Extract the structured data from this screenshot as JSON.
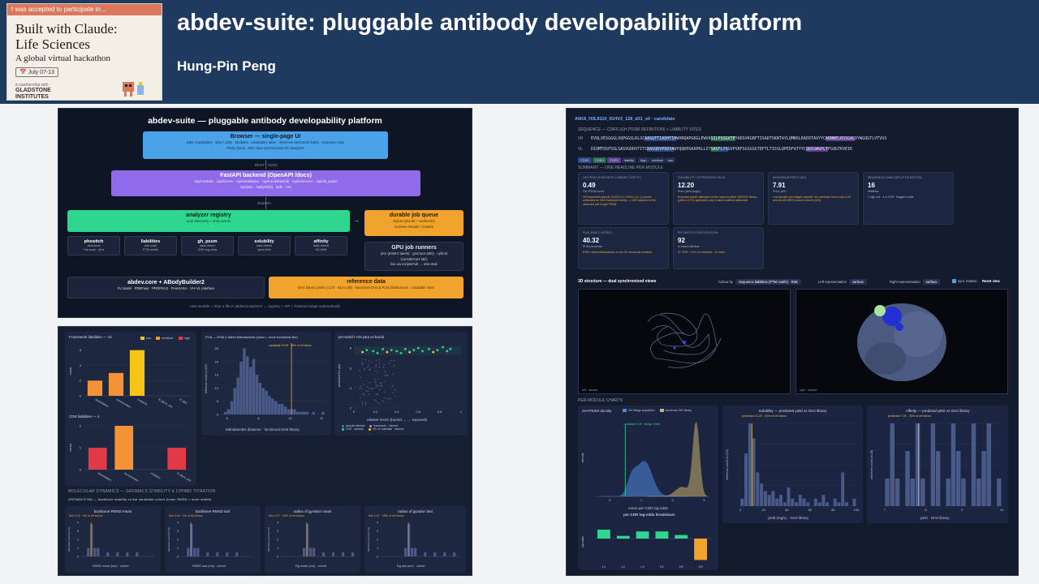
{
  "header": {
    "badge": {
      "top_text": "I was accepted to participate in...",
      "title_line1": "Built with Claude:",
      "title_line2": "Life Sciences",
      "subtitle": "A global virtual hackathon",
      "date": "July 07-13",
      "organizer_small": "in partnership with",
      "organizer_line1": "GLADSTONE",
      "organizer_line2": "INSTITUTES"
    },
    "title": "abdev-suite: pluggable antibody developability platform",
    "author": "Hung-Pin Peng"
  },
  "architecture": {
    "title": "abdev-suite — pluggable antibody developability platform",
    "browser": {
      "title": "Browser — single-page UI",
      "line1": "tabs: Candidates · New / Jobs · Modules · candidates table · reference-anchored charts · sequence map",
      "line2": "Plotly charts · NGL dual synchronised 3D viewports"
    },
    "arrow1": "REST / JSON",
    "fastapi": {
      "title": "FastAPI backend  (OpenAPI /docs)",
      "line1": "/api/modules · /api/screen · /api/candidates · /api/candidate/{id} · /api/reference · /api/ab_spans",
      "line2": "/api/jobs · /api/job/{id} · /pdb · /csv"
    },
    "arrow2": "dispatch",
    "registry": {
      "title": "analyzer registry",
      "line1": "auto-discovery + entry-points"
    },
    "queue": {
      "title": "durable job queue",
      "line1": "SQLite jobs.db + workers(s)",
      "line2": "survives reloads / restarts"
    },
    "gpu": {
      "title": "GPU job runners",
      "line1": "pKn (ESM-2 latent) · gromacs (MD) · cphmd",
      "line2": "(constant-pH MD)",
      "line3": "live via scripts/mdr   ← else stub"
    },
    "modules": [
      {
        "title": "phswitch",
        "l1": "structural",
        "l2": "His-scan · pKa"
      },
      {
        "title": "liabilities",
        "l1": "rule scan",
        "l2": "PTM motifs"
      },
      {
        "title": "gh_pssm",
        "l1": "data-driven",
        "l2": "CDR log-odds"
      },
      {
        "title": "solubility",
        "l1": "data-driven",
        "l2": "yield kNN"
      },
      {
        "title": "affinity",
        "l1": "data-driven",
        "l2": "KD kNN"
      }
    ],
    "core": {
      "title": "abdev.core  +  ABodyBuilder2",
      "line1": "Fv model · PDBFixer · PROPKA3 · FreeSASA · VH–VL interface"
    },
    "reference": {
      "title": "reference data",
      "line1": "GH2 library (yield n=173 · KD n=29) · functional-GH2 & PLM distributions · candidate store"
    },
    "footnote": "new module = drop a file in abdev/analyzers/  → registry + API + frontend adapt automatically"
  },
  "charts_panel": {
    "framework_title": "Framework liabilities — 12",
    "cdr_title": "CDR liabilities — 4",
    "severity_legend": [
      "low",
      "medium",
      "high"
    ],
    "ylabel_count": "count",
    "framework_categories": [
      "deamidation",
      "isomerization",
      "oxidation",
      "N_glyco_pos",
      "N_glyc"
    ],
    "cdr_categories": [
      "deamidation",
      "isomerization",
      "oxidation",
      "N_glyco_pos"
    ],
    "plm_title": "PLM — ESM-2 latent Mahalanobis (lower = more functional-like)",
    "plm_annot": "candidate 10.09 · 90% of ref below",
    "plm_xlabel": "Mahalanobis distance · functional GH2 library",
    "plm_ylabel": "reference count (n=237)",
    "ph_title": "pH-switch: His pKa vs burial",
    "ph_xlabel": "relative SASA  (buried ← → exposed)",
    "ph_ylabel": "predicted His pKa",
    "ph_legend": [
      "pseudo window",
      "framework · window",
      "CDR · window",
      "VH–VL interface · window"
    ],
    "md_section": "MOLECULAR DYNAMICS — GROMACS STABILITY & CPHMD TITRATION",
    "md_sub": "GROMACS MD — backbone stability vs the candidate cohort (lower RMSD = more stable)",
    "md_tiles": [
      {
        "title": "backbone RMSD mean",
        "annot": "this 0.16 · 0% of ref below",
        "xlabel": "RMSD mean (nm) · cohort"
      },
      {
        "title": "backbone RMSD last",
        "annot": "this 0.16 · 0% of ref below",
        "xlabel": "RMSD last (nm) · cohort"
      },
      {
        "title": "radius of gyration mean",
        "annot": "this 2.07 · 15% of ref below",
        "xlabel": "Rg mean (nm) · cohort"
      },
      {
        "title": "radius of gyration last",
        "annot": "this 2.07 · 25% of ref below",
        "xlabel": "Rg last (nm) · cohort"
      }
    ],
    "md_ylabel": "reference count (n=13)"
  },
  "chart_data": [
    {
      "type": "bar",
      "title": "Framework liabilities — 12",
      "categories": [
        "deamidation",
        "isomerization",
        "oxidation",
        "N_glyco_pos",
        "N_glyc"
      ],
      "series": [
        {
          "name": "low",
          "values": [
            0,
            0,
            6,
            0,
            0
          ]
        },
        {
          "name": "medium",
          "values": [
            2,
            3,
            0,
            0,
            0
          ]
        },
        {
          "name": "high",
          "values": [
            0,
            0,
            0,
            0,
            0
          ]
        }
      ],
      "ylabel": "count",
      "ylim": [
        0,
        6.5
      ]
    },
    {
      "type": "bar",
      "title": "CDR liabilities — 4",
      "categories": [
        "deamidation",
        "isomerization",
        "oxidation",
        "N_glyco_pos"
      ],
      "series": [
        {
          "name": "medium",
          "values": [
            0,
            2,
            0,
            0
          ]
        },
        {
          "name": "high",
          "values": [
            1,
            0,
            0,
            1
          ]
        }
      ],
      "ylabel": "count",
      "ylim": [
        0,
        2
      ]
    },
    {
      "type": "bar",
      "title": "PLM — ESM-2 latent Mahalanobis (lower = more functional-like)",
      "categories": [
        5.8,
        6.0,
        6.2,
        6.4,
        6.6,
        6.8,
        7.0,
        7.2,
        7.4,
        7.6,
        7.8,
        8.0,
        8.2,
        8.4,
        8.6,
        8.8,
        9.0,
        9.2,
        9.4,
        9.6,
        9.8,
        10.0,
        10.2,
        10.4,
        10.6,
        10.8,
        11.0,
        11.2,
        11.4,
        11.6,
        11.8,
        12.0
      ],
      "values": [
        1,
        2,
        5,
        10,
        14,
        20,
        25,
        22,
        18,
        21,
        15,
        12,
        10,
        9,
        7,
        6,
        5,
        4,
        4,
        3,
        2,
        2,
        2,
        1,
        1,
        1,
        1,
        0,
        1,
        0,
        0,
        1
      ],
      "xlabel": "Mahalanobis distance · functional GH2 library",
      "ylabel": "reference count (n=237)",
      "ylim": [
        0,
        27
      ],
      "marker_x": 10.09
    },
    {
      "type": "scatter",
      "title": "pH-switch: His pKa vs burial",
      "xlabel": "relative SASA  (buried ← → exposed)",
      "ylabel": "predicted His pKa",
      "xlim": [
        0,
        1
      ],
      "ylim": [
        2,
        8.5
      ],
      "series": [
        {
          "name": "CDR · window",
          "x": [
            0.08,
            0.12,
            0.18,
            0.22,
            0.27,
            0.31,
            0.35,
            0.4,
            0.44,
            0.48,
            0.52,
            0.56,
            0.6,
            0.64,
            0.7,
            0.74,
            0.78,
            0.83,
            0.87,
            0.9
          ],
          "y": [
            7.6,
            7.8,
            7.7,
            7.5,
            7.9,
            7.6,
            7.8,
            7.7,
            7.5,
            7.9,
            7.6,
            7.8,
            8.0,
            7.7,
            7.9,
            7.6,
            7.8,
            8.1,
            7.7,
            7.9
          ]
        }
      ]
    }
  ],
  "ui_panel": {
    "topbar": "A6K8_H3L8110_IGHV2_128_d31_s0 · candidate",
    "seq_title": "SEQUENCE — CDRS (GH PSSM DEFINITION) + LIABILITY SITES",
    "vh_label": "VH",
    "vh_parts": [
      "EVQLVESGGGLVQPGGSLRLSC",
      "AASGFTIADHTIH",
      "WVRQAPGKGLEWVA",
      "SILPSSGVTE",
      "YADSVKGRFTISADTSKNTAYLQMNSLRAEDTAVYYC",
      "ARNNELRSSGAL",
      "DYWGQGTLVTVSS"
    ],
    "vl_label": "VL",
    "vl_parts": [
      "DIQMTQSPSSLSASVGDRVTITC",
      "RASQDVPDDVA",
      "WYQQKPGKAPKLLIY",
      "SAS",
      "FLYS",
      "GVPSRFSGSGSGTDFTLTISSLQPEDFATYYC",
      "QQSSWGPLT",
      "FGQGTKVEIK"
    ],
    "chips": [
      "CDR1",
      "CDR2",
      "CDR3",
      "liability",
      "high",
      "medium",
      "low"
    ],
    "summary_title": "SUMMARY — ONE HEADLINE PER MODULE",
    "cards": [
      {
        "title": "GH PSSM (SYNTHETIC-LIBRARY CDR FIT)",
        "value": "0.49",
        "sub": "GH-PSSM score",
        "desc": "GH framework specific (IGHV2-1) / IGKV1 (VL-1) scores antibodies on their framework family — CDR variation in the observed pair length PSSM"
      },
      {
        "title": "SOLUBILITY / EXPRESSION YIELD",
        "value": "12.20",
        "sub": "Pred. yield (mg/L)",
        "desc": "Empirical model calibrated on the same-scaffold 4D5/GH2 library (yield n=173); applicable only to same-scaffold antibodies"
      },
      {
        "title": "ANTIGEN AFFINITY (KD)",
        "value": "7.91",
        "sub": "Pred. pKD",
        "desc": "Low-sample and antigen-specific: the reference set is only n=29 and all anti-HER2 (source column pKD)"
      },
      {
        "title": "SEQUENCE LIABILITIES (PTM MOTIFS)",
        "value": "16",
        "sub": "liabilities",
        "desc": "2 high risk · 4 in CDR · flagged motifs"
      },
      {
        "title": "PLM (ESM-2 LATENT)",
        "value": "40.32",
        "sub": "PLM percentile",
        "desc": "ESM-2 latent Mahalanobis vs the GH functional manifold"
      },
      {
        "title": "PH-SWITCH POSITION SCAN",
        "value": "92",
        "sub": "in switch window",
        "desc": "27 CDR · 4 VH–VL interface · 61 other"
      }
    ],
    "viewer_title": "3D structure — dual synchronised views",
    "controls": [
      {
        "label": "Colour by",
        "value": "Sequence liabilities (PTM motifs) · Risk"
      },
      {
        "label": "Left representation",
        "value": "cartoon"
      },
      {
        "label": "Right representation",
        "value": "surface"
      }
    ],
    "sync_label": "sync rotation",
    "reset_label": "Reset view",
    "viewer_left_tag": "left · cartoon",
    "viewer_right_tag": "right · surface",
    "charts_title": "PER-MODULE CHARTS",
    "gh_title": "GH-PSSM density",
    "gh_legend": [
      "GH design population",
      "functional GH2 library"
    ],
    "gh_annot": "candidate 0.49 · design 3%ile",
    "gh_xlabel": "mean per-CDR log-odds",
    "gh_ylabel": "density",
    "sol_title": "Solubility — predicted yield vs GH2 library",
    "sol_annot": "predicted 12.20 · 20% of ref below",
    "sol_xlabel": "yield (mg/L) · GH2 library",
    "sol_ylabel": "reference count (n=172)",
    "aff_title": "Affinity — predicted pKD vs GH2 library",
    "aff_annot": "predicted 7.91 · 33% of ref below",
    "aff_xlabel": "pKD · GH2 library",
    "aff_ylabel": "reference count (n=29)",
    "cdr_breakdown_title": "per-CDR log-odds breakdown",
    "cdr_breakdown_ylabel": "log-odds",
    "cdr_breakdown_cats": [
      "L1",
      "L2",
      "L3",
      "H1",
      "H2",
      "H3"
    ]
  },
  "colors": {
    "header_bg": "#1f3a5f",
    "low": "#f5c518",
    "medium": "#f39237",
    "high": "#e03a47",
    "accent_green": "#2fd68d",
    "accent_purple": "#8f6bea",
    "accent_blue": "#4aa3e8",
    "accent_orange": "#f0a42c"
  }
}
